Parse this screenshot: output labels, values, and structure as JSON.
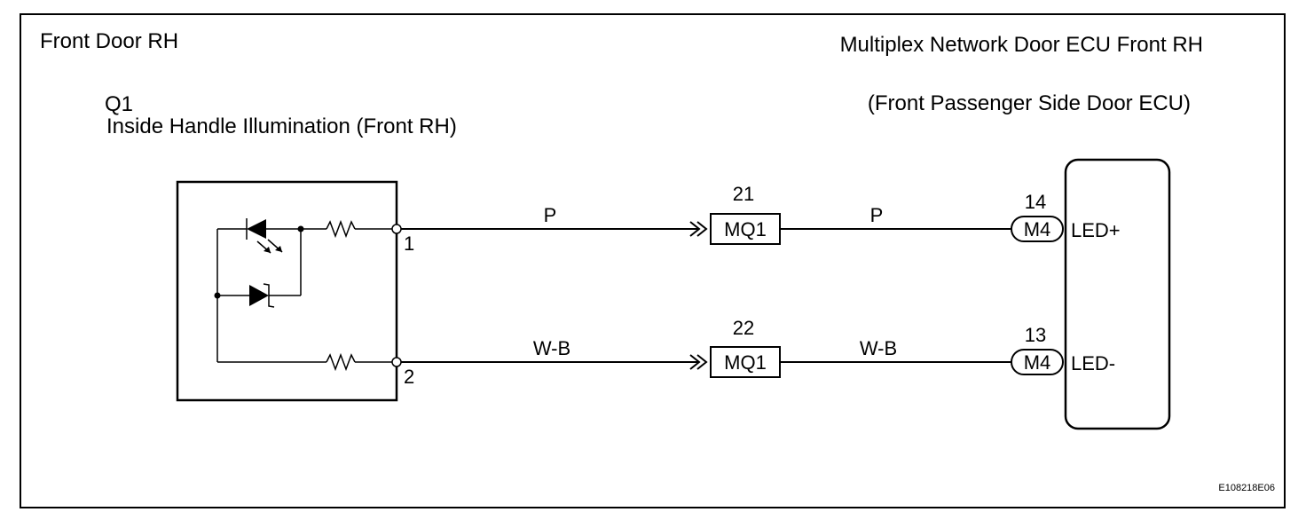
{
  "labels": {
    "front_door": "Front Door RH",
    "ecu_title": "Multiplex Network Door ECU Front RH",
    "ecu_subtitle": "(Front Passenger Side Door ECU)",
    "component_id": "Q1",
    "component_name": "Inside Handle Illumination (Front RH)",
    "diagram_code": "E108218E06"
  },
  "component_pins": {
    "pin1": "1",
    "pin2": "2"
  },
  "wires": {
    "top": {
      "color_left": "P",
      "color_right": "P"
    },
    "bottom": {
      "color_left": "W-B",
      "color_right": "W-B"
    }
  },
  "junctions": {
    "top": {
      "pin": "21",
      "name": "MQ1"
    },
    "bottom": {
      "pin": "22",
      "name": "MQ1"
    }
  },
  "ecu_connectors": {
    "top": {
      "pin": "14",
      "name": "M4",
      "terminal": "LED+"
    },
    "bottom": {
      "pin": "13",
      "name": "M4",
      "terminal": "LED-"
    }
  }
}
